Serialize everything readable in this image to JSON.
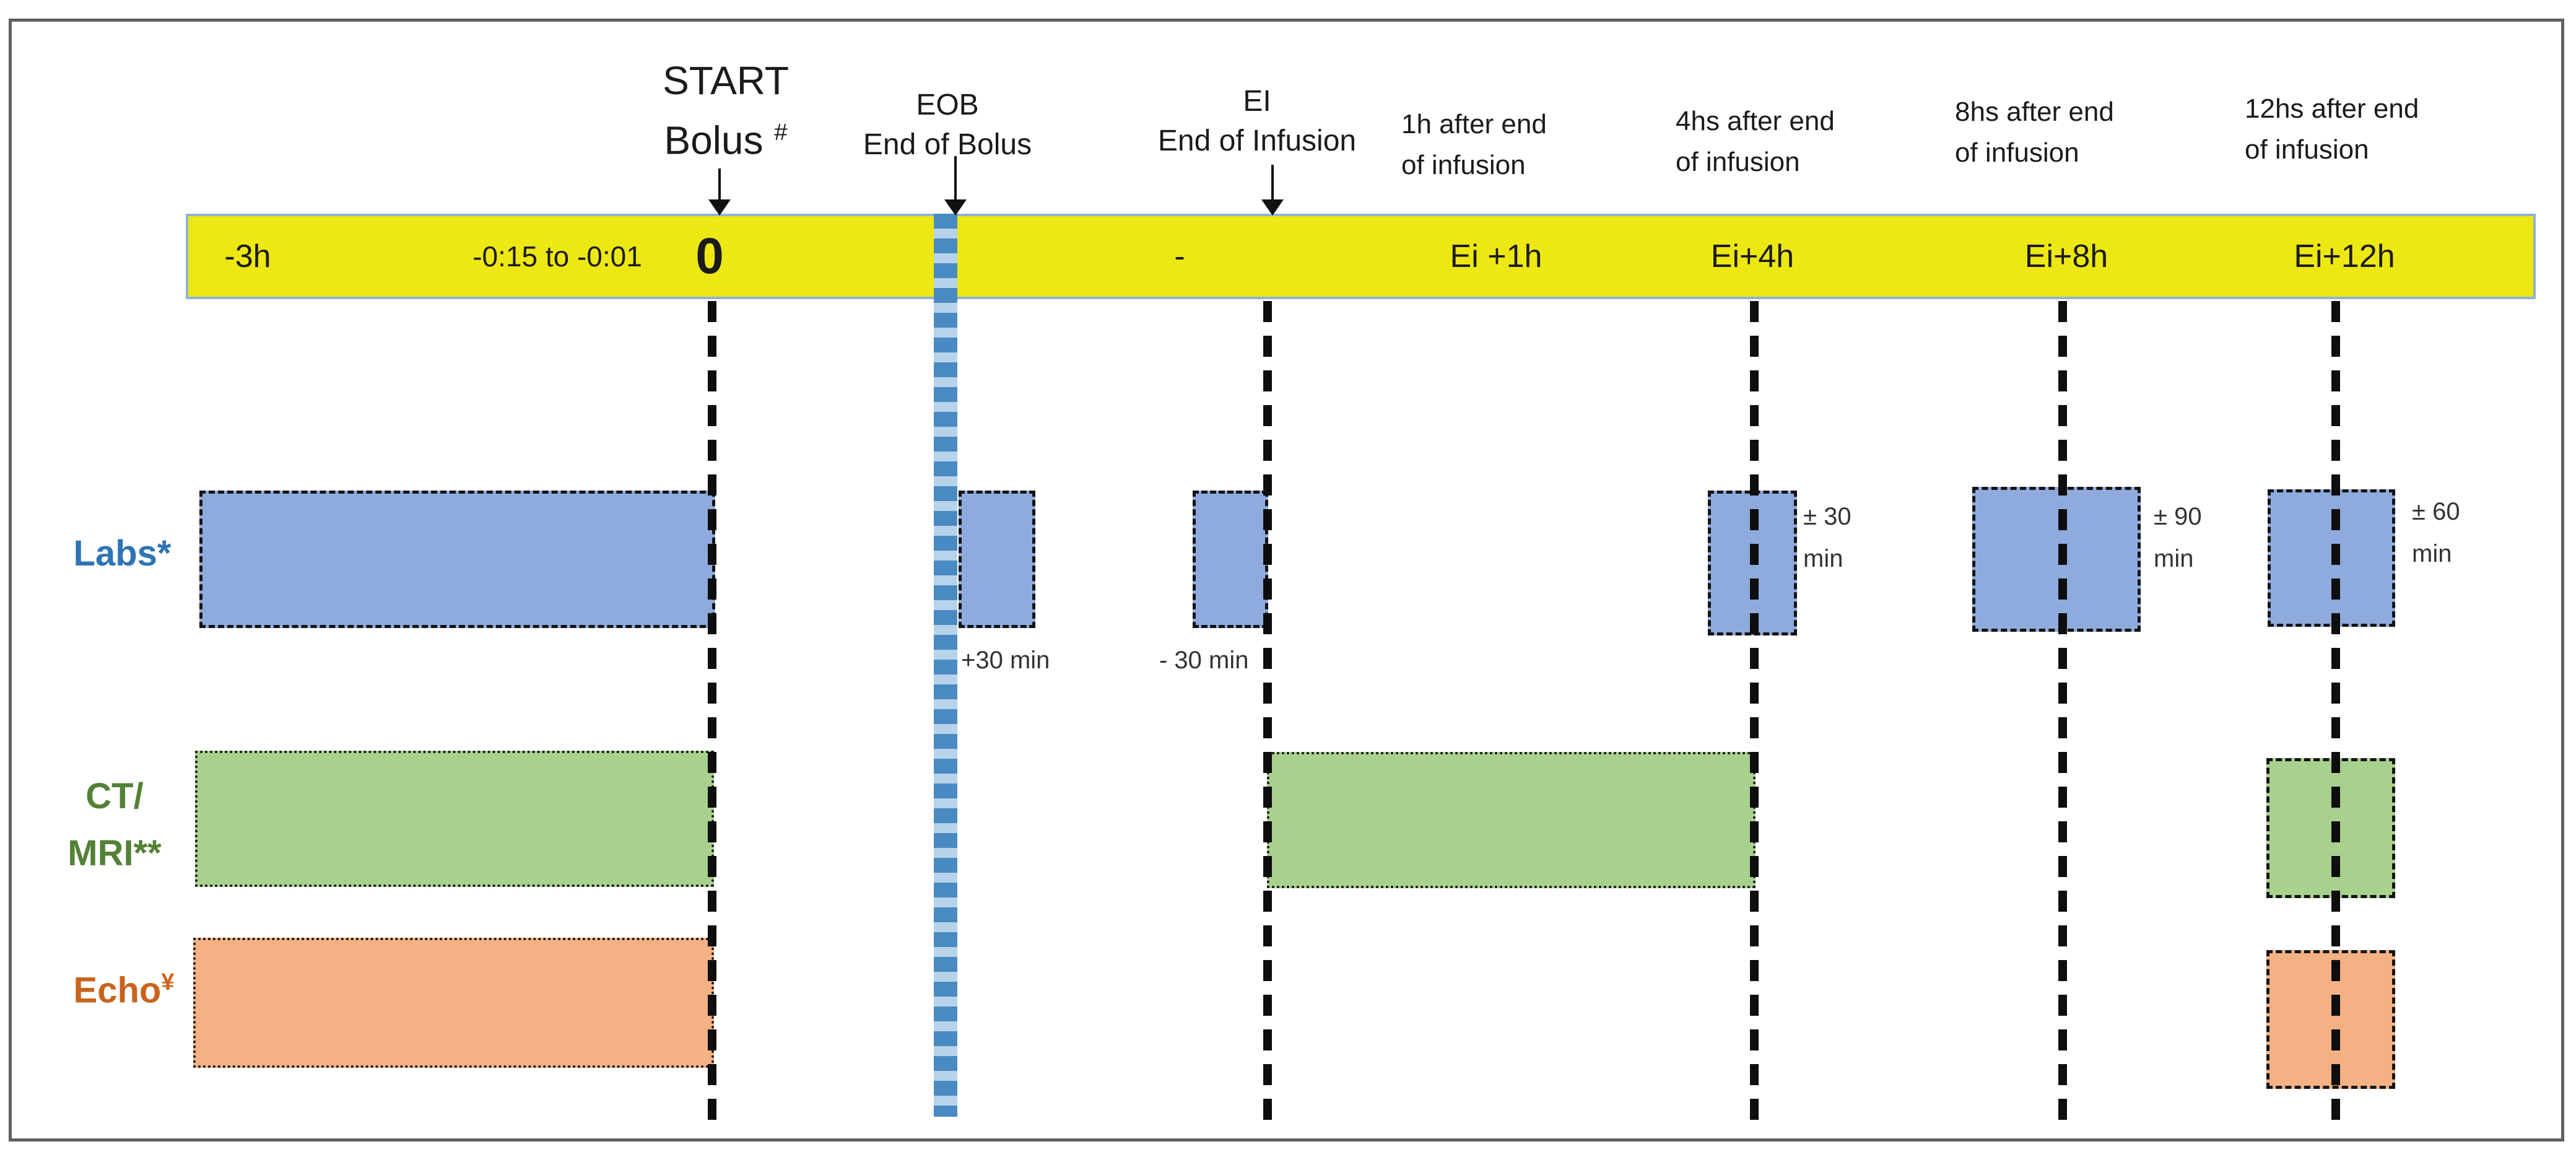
{
  "headers": {
    "start": {
      "line1": "START",
      "line2": "Bolus",
      "sup": "#"
    },
    "eob": {
      "line1": "EOB",
      "line2": "End of Bolus"
    },
    "ei": {
      "line1": "EI",
      "line2": "End of Infusion"
    },
    "h1": {
      "line1": "1h after end",
      "line2": "of infusion"
    },
    "h4": {
      "line1": "4hs after end",
      "line2": "of infusion"
    },
    "h8": {
      "line1": "8hs after end",
      "line2": "of infusion"
    },
    "h12": {
      "line1": "12hs after end",
      "line2": "of infusion"
    }
  },
  "timeline": {
    "minus3h": "-3h",
    "window": "-0:15 to -0:01",
    "zero": "0",
    "dash": "-",
    "ei1": "Ei +1h",
    "ei4": "Ei+4h",
    "ei8": "Ei+8h",
    "ei12": "Ei+12h"
  },
  "rows": {
    "labs": {
      "label": "Labs*"
    },
    "ct": {
      "line1": "CT/",
      "line2": "MRI**"
    },
    "echo": {
      "label": "Echo",
      "sup": "¥"
    }
  },
  "annotations": {
    "plus30": "+30 min",
    "minus30": "- 30 min",
    "pm30": {
      "line1": "± 30",
      "line2": "min"
    },
    "pm90": {
      "line1": "± 90",
      "line2": "min"
    },
    "pm60": {
      "line1": "± 60",
      "line2": "min"
    }
  },
  "colors": {
    "timeline_fill": "#EDE714",
    "timeline_border": "#8FB4D2",
    "labs_fill": "#8FAADC",
    "ct_fill": "#A9D18E",
    "echo_fill": "#F4B183",
    "labs_label_text": "#2E74B5",
    "ct_label_text": "#538135",
    "echo_label_text": "#C9631D",
    "eob_bar_blue": "#4A8AC2",
    "eob_bar_light": "#B7D3EA",
    "event_line": "#0E0E0E",
    "figure_border": "#606060"
  }
}
